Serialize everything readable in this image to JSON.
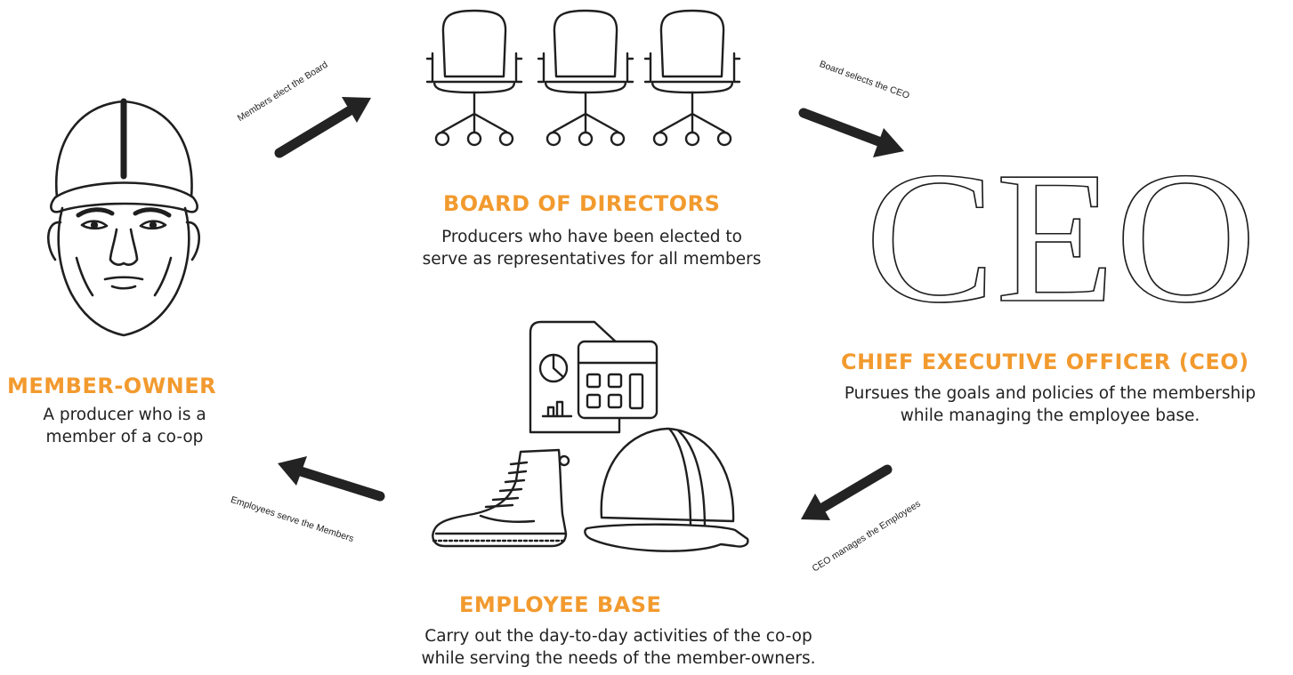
{
  "member": {
    "title": "MEMBER-OWNER",
    "desc_line1": "A producer who is a",
    "desc_line2": "member of a co-op",
    "icon": "member-face-icon"
  },
  "board": {
    "title": "BOARD OF DIRECTORS",
    "desc_line1": "Producers who have been elected to",
    "desc_line2": "serve as representatives for all members",
    "icon": "office-chairs-icon"
  },
  "ceo": {
    "title": "CHIEF EXECUTIVE OFFICER (CEO)",
    "desc_line1": "Pursues the goals and policies of the membership",
    "desc_line2": "while managing the employee base.",
    "logo_text": "CEO"
  },
  "employees": {
    "title": "EMPLOYEE BASE",
    "desc_line1": "Carry out the day-to-day activities of the co-op",
    "desc_line2": "while serving the needs of the member-owners.",
    "icon": "boot-hardhat-report-icon"
  },
  "arrows": {
    "members_to_board": "Members elect the Board",
    "board_to_ceo": "Board selects the CEO",
    "ceo_to_employees": "CEO manages the Employees",
    "employees_to_members": "Employees serve the Members"
  },
  "colors": {
    "accent": "#f29a2e",
    "ink": "#222222",
    "arrow": "#232323"
  }
}
